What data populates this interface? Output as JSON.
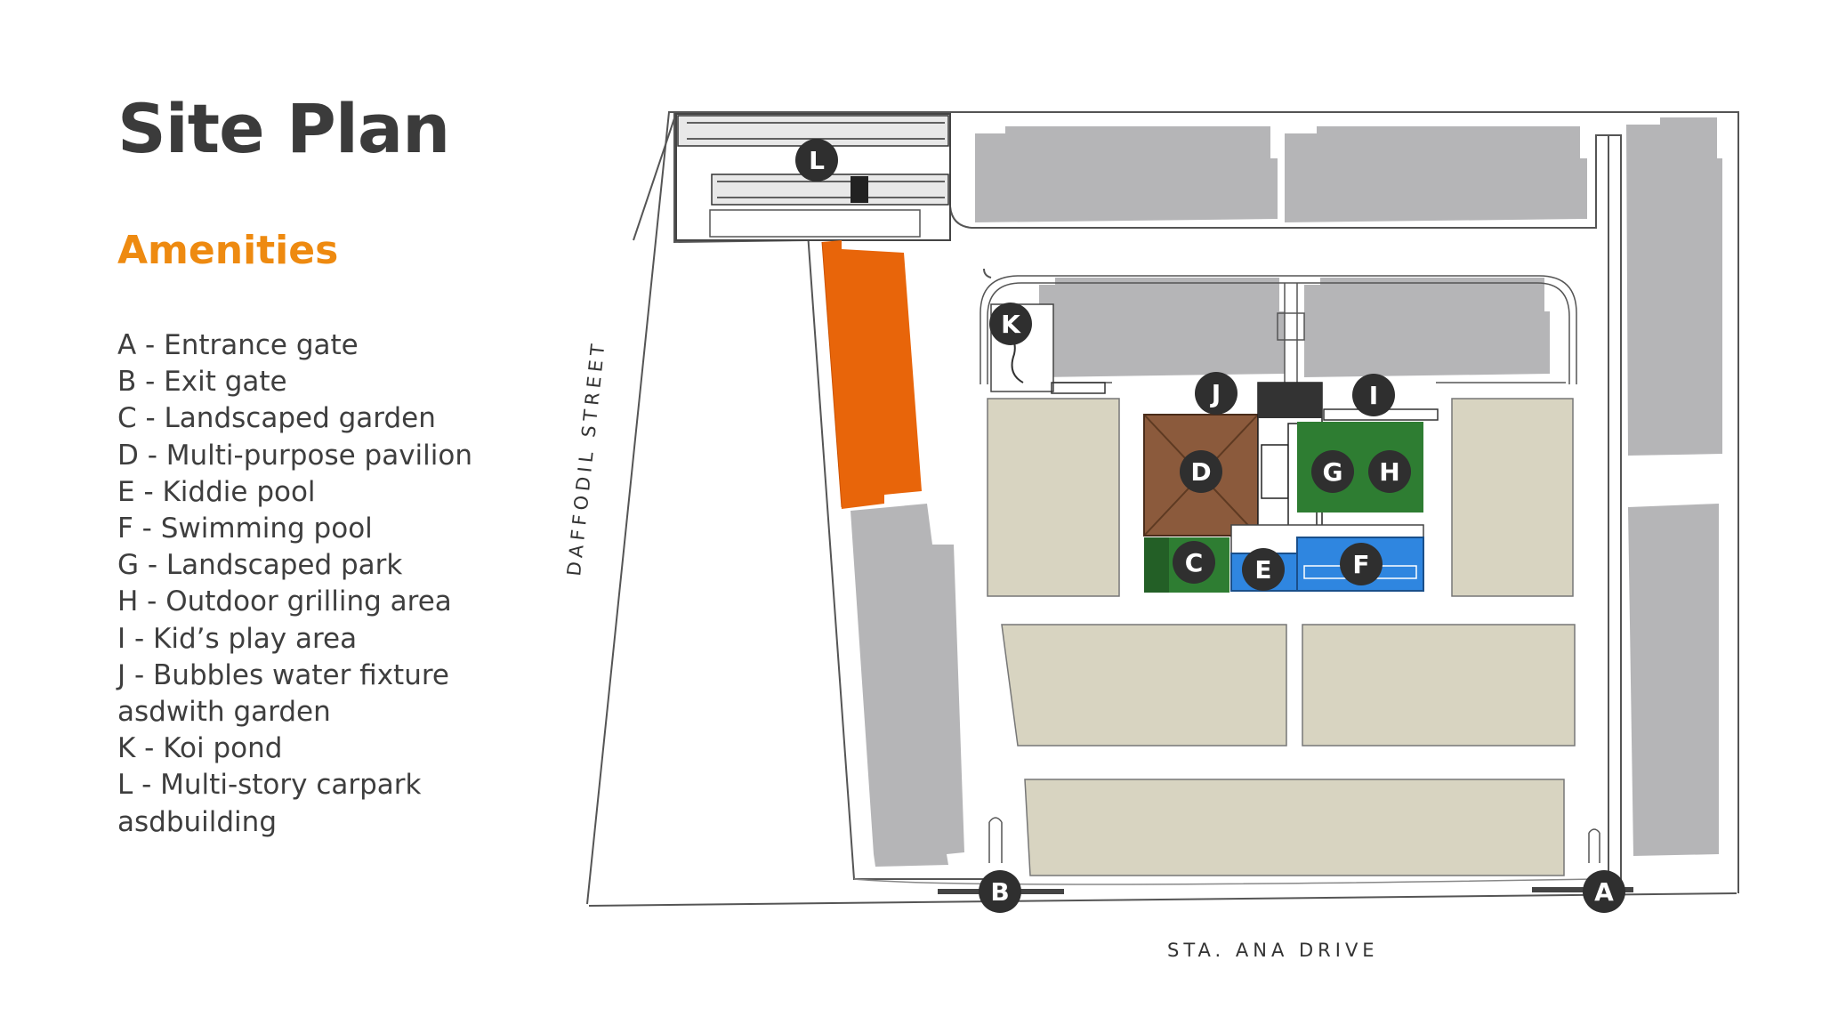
{
  "page": {
    "title": "Site Plan",
    "subtitle": "Amenities"
  },
  "amenities": [
    "A - Entrance gate",
    "B - Exit gate",
    "C - Landscaped garden",
    "D - Multi-purpose pavilion",
    "E - Kiddie pool",
    "F - Swimming pool",
    "G - Landscaped park",
    "H - Outdoor grilling area",
    "I -  Kid’s play area",
    "J - Bubbles water fixture",
    "asdwith garden",
    "K - Koi pond",
    "L - Multi-story carpark",
    "asdbuilding"
  ],
  "map": {
    "streets": {
      "side": "DAFFODIL STREET",
      "bottom": "STA. ANA DRIVE"
    },
    "markers": [
      "A",
      "B",
      "C",
      "D",
      "E",
      "F",
      "G",
      "H",
      "I",
      "J",
      "K",
      "L"
    ],
    "colors": {
      "highlight_building": "#e8650a",
      "building": "#b5b5b7",
      "lot": "#d8d4c1",
      "garden": "#2e7d32",
      "pavilion": "#8b5a3c",
      "pool": "#2f86e0",
      "marker": "#2f2f2f"
    }
  }
}
